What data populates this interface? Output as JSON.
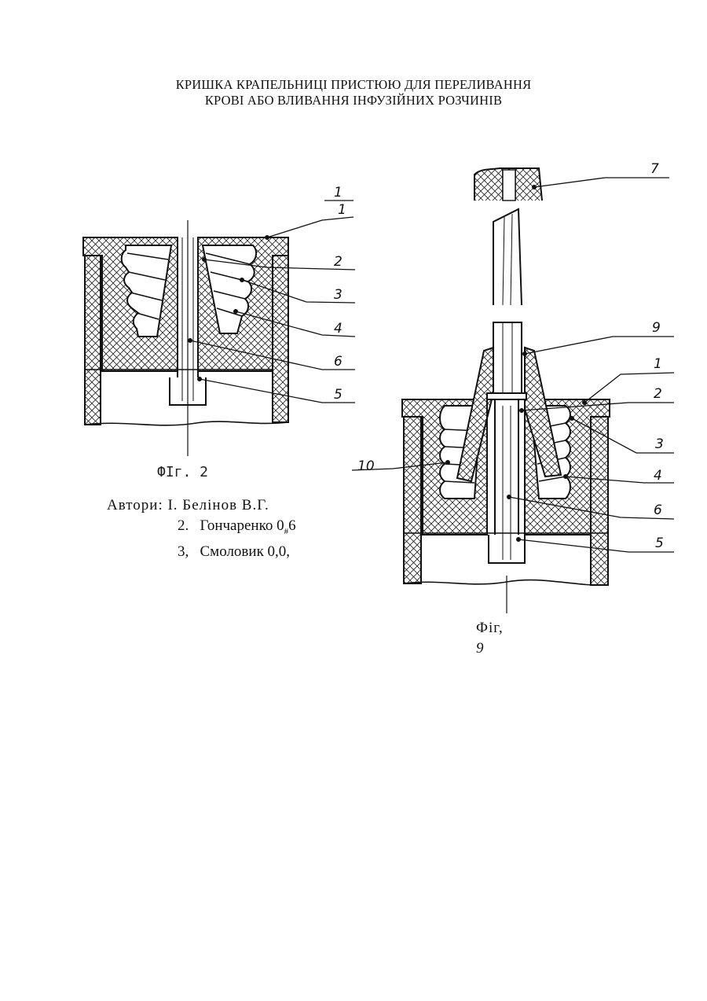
{
  "document": {
    "title_line1": "КРИШКА КРАПЕЛЬНИЦІ ПРИСТЮЮ ДЛЯ ПЕРЕЛИВАННЯ",
    "title_line2": "КРОВІ АБО ВЛИВАННЯ ІНФУЗІЙНИХ РОЗЧИНІВ"
  },
  "figure_left": {
    "caption": "ФIг. 2",
    "callouts": {
      "c1a": "1",
      "c1b": "1",
      "c2": "2",
      "c3": "3",
      "c4": "4",
      "c6": "6",
      "c5": "5"
    }
  },
  "figure_right": {
    "caption_word": "Фіг,",
    "caption_num": "9",
    "callouts": {
      "c7": "7",
      "c9": "9",
      "c1": "1",
      "c2": "2",
      "c3": "3",
      "c4": "4",
      "c10": "10",
      "c6": "6",
      "c5": "5"
    }
  },
  "authors": {
    "heading": "Автори: I. Белінов В.Г.",
    "line2_num": "2.",
    "line2_name": "Гончаренко 0",
    "line2_sub": "#",
    "line2_tail": "6",
    "line3_num": "3,",
    "line3_name": "Смоловик 0,0,"
  },
  "colors": {
    "ink": "#111111",
    "paper": "#ffffff"
  }
}
